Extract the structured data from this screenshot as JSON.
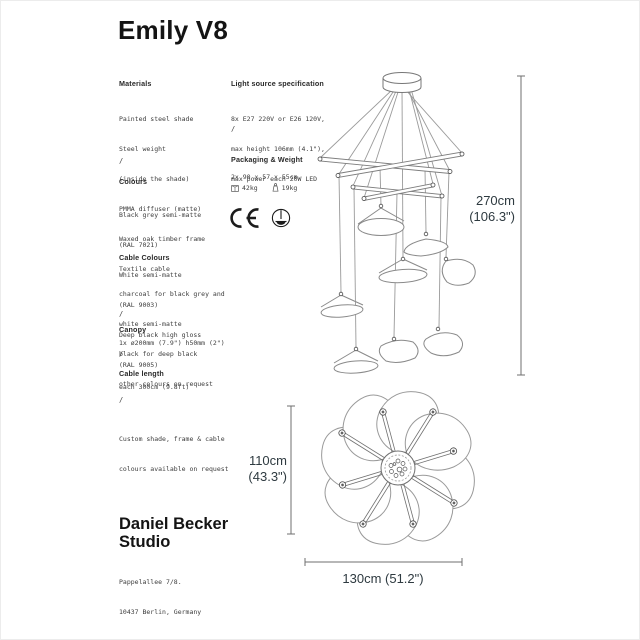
{
  "page": {
    "title": "Emily V8"
  },
  "left": {
    "materials": {
      "header": "Materials",
      "lines": [
        "Painted steel shade",
        "Steel weight",
        "(inside the shade)",
        "PMMA diffuser (matte)",
        "Waxed oak timber frame",
        "Textile cable"
      ]
    },
    "colours": {
      "header": "Colours",
      "lines": [
        "Black grey semi-matte",
        "(RAL 7021)",
        "White semi-matte",
        "(RAL 9003)",
        "Deep black high gloss",
        "(RAL 9005)"
      ]
    },
    "cable_colours": {
      "header": "Cable Colours",
      "lines": [
        "charcoal for black grey and",
        "white semi-matte",
        "black for deep black",
        "other colours on request"
      ]
    },
    "canopy": {
      "header": "Canopy",
      "line": "1x ø200mm (7.9\") h50mm (2\")"
    },
    "cable_length": {
      "header": "Cable length",
      "line": "each 300cm (9.8ft)"
    },
    "custom_note": {
      "lines": [
        "Custom shade, frame & cable",
        "colours available on request"
      ]
    },
    "separator": "/"
  },
  "mid": {
    "light_source": {
      "header": "Light source specification",
      "lines": [
        "8x E27 220V or E26 120V,",
        "max height 106mm (4.1\"),",
        "max power each 20W LED"
      ]
    },
    "packaging": {
      "header": "Packaging & Weight",
      "size": "2x 90 x 57 x 55cm",
      "gross_weight": "42kg",
      "net_weight": "19kg"
    },
    "ce_mark": "CE",
    "separator": "/"
  },
  "footer": {
    "studio_line1": "Daniel Becker",
    "studio_line2": "Studio",
    "address_line1": "Pappelallee 7/8.",
    "address_line2": "10437 Berlin, Germany"
  },
  "dimensions": {
    "side_height": "270cm",
    "side_height_in": "(106.3\")",
    "top_depth": "110cm",
    "top_depth_in": "(43.3\")",
    "top_width": "130cm (51.2\")"
  },
  "colors": {
    "line_gray": "#8f8f8f",
    "joint_dark": "#4a4a4a",
    "dim_text": "#2e3a40"
  },
  "icons": [
    "package-icon",
    "hanging-weight-icon",
    "ce-mark",
    "certification-icon"
  ]
}
